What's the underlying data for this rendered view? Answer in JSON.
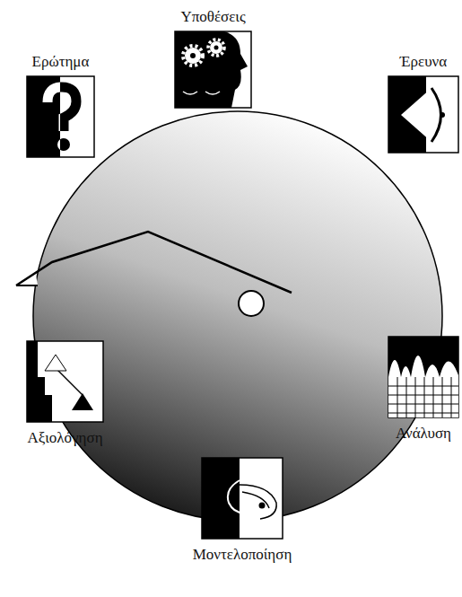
{
  "diagram": {
    "nodes": [
      {
        "text": [
          "Υποθέσεις"
        ]
      },
      {
        "text": [
          "Ερώτημα"
        ]
      },
      {
        "text": [
          "Έρευνα"
        ]
      },
      {
        "text": [
          "Αξιολόγηση"
        ]
      },
      {
        "text": [
          "Ανάλυση"
        ]
      },
      {
        "text": [
          "Μοντελοποίηση"
        ]
      }
    ]
  }
}
